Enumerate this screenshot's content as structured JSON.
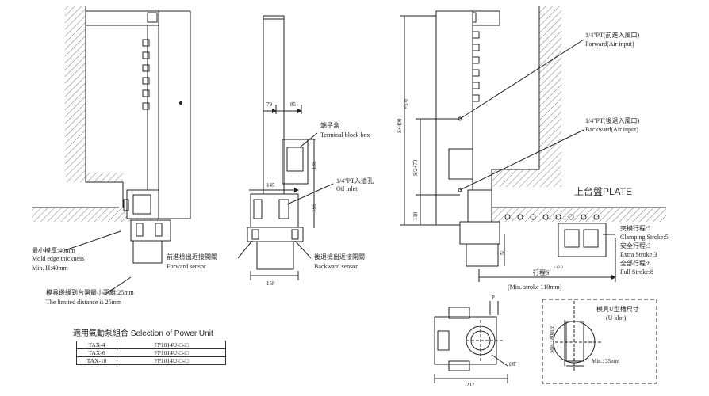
{
  "dimensions": {
    "d79": "79",
    "d85": "85",
    "d145": "145",
    "d135": "135",
    "d155": "155",
    "d158": "158",
    "s400": "S+400",
    "s400_tol": "+5  0",
    "s2_70": "S/2+70",
    "d110": "110",
    "n": "N",
    "d217": "217",
    "p": "P",
    "phi_f": "ØF",
    "min80": "Min.: 80mm",
    "min35": "Min.: 35mm"
  },
  "labels": {
    "mold_thickness_cn": "最小模厚:40mm",
    "mold_thickness_en1": "Mold edge thickness",
    "mold_thickness_en2": "Min. H:40mm",
    "limited_cn": "模具邊緣到台盤最小距離:25mm",
    "limited_en": "The limited distance is 25mm",
    "terminal_cn": "端子盒",
    "terminal_en": "Terminal block box",
    "oil_cn": "1/4\"PT入油孔",
    "oil_en": "Oil inlet",
    "fwd_sensor_cn": "前進檢出近接開關",
    "fwd_sensor_en": "Forward sensor",
    "bwd_sensor_cn": "後退檢出近接開關",
    "bwd_sensor_en": "Backward sensor",
    "fwd_air_cn": "1/4\"PT(前進入風口)",
    "fwd_air_en": "Forward(Air input)",
    "bwd_air_cn": "1/4\"PT(後退入風口)",
    "bwd_air_en": "Backward(Air input)",
    "plate": "上台盤PLATE",
    "clamp_cn": "夾模行程:5",
    "clamp_en": "Clamping Stroke:5",
    "extra_cn": "安全行程:3",
    "extra_en": "Extra Stroke:3",
    "full_cn": "全部行程:8",
    "full_en": "Full Stroke:8",
    "stroke_cn": "行程S",
    "stroke_tol": "+10  0",
    "min_stroke": "(Min. stroke 110mm)",
    "uslot_cn": "模具U型槽尺寸",
    "uslot_en": "(U-slot)"
  },
  "power_unit": {
    "title": "適用氣動泵組合 Selection of Power Unit",
    "rows": [
      {
        "model": "TAX-4",
        "code": "FP1014U-□-□"
      },
      {
        "model": "TAX-6",
        "code": "FP1014U-□-□"
      },
      {
        "model": "TAX-10",
        "code": "FP1014U-□-□"
      }
    ]
  }
}
